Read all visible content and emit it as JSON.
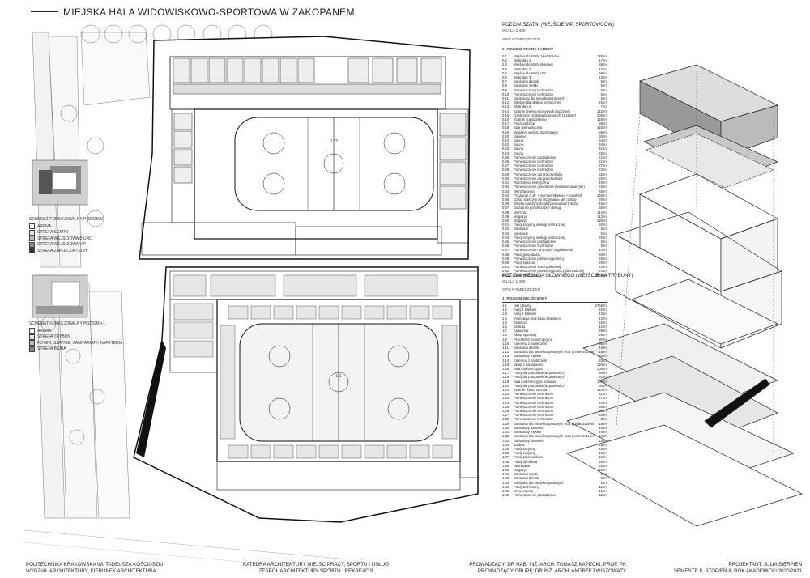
{
  "header": {
    "title": "MIEJSKA HALA WIDOWISKOWO-SPORTOWA W ZAKOPANEM"
  },
  "schema0": {
    "title": "SCHEMAT FUNKCJONALNY POZIOM 0",
    "items": [
      {
        "label": "ARENA",
        "color": "#ffffff"
      },
      {
        "label": "STREFA SZATNI",
        "color": "#e6e6e6"
      },
      {
        "label": "STREFA WEJŚCIOWA BIURO",
        "color": "#bcbcbc"
      },
      {
        "label": "STREFA WEJŚCIOWA VIP",
        "color": "#888888"
      },
      {
        "label": "STREFA ZAPLECZA TECH.",
        "color": "#333333"
      }
    ]
  },
  "schema1": {
    "title": "SCHEMAT FUNKCJONALNY POZIOM +1",
    "items": [
      {
        "label": "ARENA",
        "color": "#ffffff"
      },
      {
        "label": "STREFA TRYBUN",
        "color": "#e6e6e6"
      },
      {
        "label": "FOYER, SZATNIE, SANITARIATY, KAFETERIA",
        "color": "#bcbcbc"
      },
      {
        "label": "STREFA BIURA",
        "color": "#888888"
      }
    ]
  },
  "level0": {
    "title": "POZIOM SZATNI (WEJŚCIE VIP, SPORTOWCÓW)",
    "scale": "SKALA 1:400",
    "list_title": "SPIS POMIESZCZEŃ",
    "group_header": "0.     POZIOM SZATNI I ARENY",
    "rooms": [
      [
        "0.1",
        "Wejście do strefy zawodników",
        "128 m²"
      ],
      [
        "0.2",
        "Wiatrołap 1",
        "17 m²"
      ],
      [
        "0.3",
        "Wejście do strefy biurowej",
        "58 m²"
      ],
      [
        "0.4",
        "Wiatrołap 2",
        "13 m²"
      ],
      [
        "0.5",
        "Wejście do strefy VIP",
        "68 m²"
      ],
      [
        "0.6",
        "Wiatrołap 3",
        "13 m²"
      ],
      [
        "0.7",
        "Sanitariat damski",
        "5 m²"
      ],
      [
        "0.8",
        "Sanitariat męski",
        "5 m²"
      ],
      [
        "0.9",
        "Pomieszczenie techniczne",
        "8 m²"
      ],
      [
        "0.10",
        "Pomieszczenie techniczne",
        "6 m²"
      ],
      [
        "0.11",
        "Sanitariaty dla niepełnosprawnych",
        "6 m²"
      ],
      [
        "0.12",
        "Wejście dla obsługi technicznej",
        "25 m²"
      ],
      [
        "0.13",
        "Wiatrołap 4",
        "7 m²"
      ],
      [
        "0.14",
        "Szatnie drużyn sportowych (rodzinne)",
        "142 m²"
      ],
      [
        "0.15",
        "Garderoby (solistów figurowych 10x20m²)",
        "200 m²"
      ],
      [
        "0.16",
        "Szatnie (zawodników)",
        "128 m²"
      ],
      [
        "0.17",
        "Pokój sędziów",
        "60 m²"
      ],
      [
        "0.18",
        "Sala gimnastyczna",
        "150 m²"
      ],
      [
        "0.19",
        "Magazyn sprzętu sportowego",
        "56 m²"
      ],
      [
        "0.20",
        "Siłownia",
        "60 m²"
      ],
      [
        "0.21",
        "Sauna",
        "34 m²"
      ],
      [
        "0.22",
        "Sauna",
        "34 m²"
      ],
      [
        "0.23",
        "Sauna",
        "31 m²"
      ],
      [
        "0.24",
        "Sauna",
        "33 m²"
      ],
      [
        "0.25",
        "Pomieszczenie porządkowe",
        "21 m²"
      ],
      [
        "0.26",
        "Pomieszczenie techniczne",
        "21 m²"
      ],
      [
        "0.27",
        "Pomieszczenie techniczne",
        "27 m²"
      ],
      [
        "0.28",
        "Pomieszczenie techniczne",
        "23 m²"
      ],
      [
        "0.29",
        "Pomieszczenie dla pracowników",
        "52 m²"
      ],
      [
        "0.30",
        "Pomieszczenie dla pracowników",
        "20 m²"
      ],
      [
        "0.31",
        "Rozdzielnia elektryczna",
        "40 m²"
      ],
      [
        "0.32",
        "Pomieszczenie generatora (zasilanie awaryjne)",
        "63 m²"
      ],
      [
        "0.33",
        "Wentylatornia",
        "25 m²"
      ],
      [
        "0.34",
        "Przyłącze C.W. + wymiennikownia + zasobnik",
        "150 m²"
      ],
      [
        "0.35",
        "Garaż maszyny do utrzymania tafli (rolba)",
        "60 m²"
      ],
      [
        "0.36",
        "Wnęka maszyny do utrzymania tafli (rolba)",
        "45 m²"
      ],
      [
        "0.37",
        "Dojazd do pomieszczeń obsługi",
        "65 m²"
      ],
      [
        "0.38",
        "Warsztat",
        "113 m²"
      ],
      [
        "0.39",
        "Magazyn",
        "113 m²"
      ],
      [
        "0.40",
        "Magazyn",
        "180 m²"
      ],
      [
        "0.41",
        "Pokój socjalny obsługi technicznej",
        "50 m²"
      ],
      [
        "0.42",
        "Sanitariat",
        "5 m²"
      ],
      [
        "0.43",
        "Sanitariat",
        "5 m²"
      ],
      [
        "0.44",
        "Pokój socjalny obsługi technicznej",
        "20 m²"
      ],
      [
        "0.45",
        "Pomieszczenie porządkowe",
        "5 m²"
      ],
      [
        "0.46",
        "Pomieszczenie techniczne",
        "8 m²"
      ],
      [
        "0.47",
        "Pomieszczenie na sprzęty nagłośnienia",
        "44 m²"
      ],
      [
        "0.48",
        "Pokój gospodarzy",
        "50 m²"
      ],
      [
        "0.49",
        "Pomieszczenie pierwszej pomocy",
        "25 m²"
      ],
      [
        "0.50",
        "Pokój sędziów",
        "20 m²"
      ],
      [
        "0.51",
        "Pomieszczenie stacji paliwowej",
        "23 m²"
      ],
      [
        "0.52",
        "Pomieszczenie pierwszej pomocy (dla widzów)",
        "24 m²"
      ],
      [
        "0.53",
        "Arena (lodowisko)",
        "2565 m²"
      ]
    ]
  },
  "level1": {
    "title": "POZIOM WEJŚCIA GŁÓWNEGO (WEJŚCIE NA TRYBUNY)",
    "scale": "SKALA 1:400",
    "list_title": "SPIS POMIESZCZEŃ",
    "group_header": "1.     POZIOM WEJŚCIOWY",
    "rooms": [
      [
        "1.1",
        "Hall główny",
        "2765 m²"
      ],
      [
        "1.2",
        "Kasy z biletami",
        "40 m²"
      ],
      [
        "1.3",
        "Kasy z biletami",
        "43 m²"
      ],
      [
        "1.4",
        "Informacja oraz kasa z biletami",
        "42 m²"
      ],
      [
        "1.5",
        "Zaplecze",
        "16 m²"
      ],
      [
        "1.6",
        "Szatnia",
        "42 m²"
      ],
      [
        "1.7",
        "Kawiarnia",
        "69 m²"
      ],
      [
        "1.8",
        "Sklep sportowy",
        "26 m²"
      ],
      [
        "1.9",
        "Przestrzeń konsumpcyjna",
        "90 m²"
      ],
      [
        "1.10",
        "Kafeteria z zapleczem",
        "56 m²"
      ],
      [
        "1.11",
        "Sanitariat damski",
        "44 m²"
      ],
      [
        "1.12",
        "Sanitariat dla niepełnosprawnych oraz pomieszczenie dla matki z dzieckiem",
        "16 m²"
      ],
      [
        "1.13",
        "Sanitariaty męskie",
        "40 m²"
      ],
      [
        "1.14",
        "Kafeteria z zapleczem",
        "30 m²"
      ],
      [
        "1.15",
        "Sklep z pamiątkami",
        "130 m²"
      ],
      [
        "1.16",
        "Sala konferencyjna",
        "100 m²"
      ],
      [
        "1.17",
        "Pokój dla pracowników prasowych",
        "80 m²"
      ],
      [
        "1.18",
        "Pokój dla pracowników prasowych",
        "60 m²"
      ],
      [
        "1.19",
        "Sala konferencyjna prasowa",
        "100 m²"
      ],
      [
        "1.20",
        "Pokój dla pracowników prasowych",
        "60 m²"
      ],
      [
        "1.21",
        "Szatnie i biuro zarządu",
        "140 m²"
      ],
      [
        "1.22",
        "Pomieszczenie techniczne",
        "11 m²"
      ],
      [
        "1.23",
        "Pomieszczenie techniczne",
        "67 m²"
      ],
      [
        "1.24",
        "Pomieszczenie techniczne",
        "20 m²"
      ],
      [
        "1.25",
        "Pomieszczenie techniczne",
        "38 m²"
      ],
      [
        "1.26",
        "Pomieszczenie techniczne",
        "20 m²"
      ],
      [
        "1.27",
        "Pomieszczenie techniczne",
        "20 m²"
      ],
      [
        "1.28",
        "Pomieszczenie techniczne",
        "8 m²"
      ],
      [
        "1.29",
        "Sanitariat dla niepełnosprawnych oraz pomieszczenie dla matki z dzieckiem",
        "16 m²"
      ],
      [
        "1.30",
        "Sanitariaty damskie",
        "44 m²"
      ],
      [
        "1.31",
        "Sanitariaty męskie",
        "44 m²"
      ],
      [
        "1.32",
        "Sanitariat dla niepełnosprawnych oraz pomieszczenie dla matki z dzieckiem",
        "16 m²"
      ],
      [
        "1.33",
        "Sanitariaty damskie",
        "44 m²"
      ],
      [
        "1.34",
        "Toaleta",
        "16 m²"
      ],
      [
        "1.35",
        "Pokój socjalny",
        "15 m²"
      ],
      [
        "1.36",
        "Pokój socjalny",
        "15 m²"
      ],
      [
        "1.37",
        "Pokój pracowników",
        "15 m²"
      ],
      [
        "1.38",
        "Pokój dyrektora",
        "18 m²"
      ],
      [
        "1.39",
        "Sekretariat",
        "15 m²"
      ],
      [
        "1.40",
        "Magazyn",
        "12 m²"
      ],
      [
        "1.41",
        "Sanitariat męski",
        "5 m²"
      ],
      [
        "1.42",
        "Sanitariat damski",
        "5 m²"
      ],
      [
        "1.43",
        "Sanitariat dla niepełnosprawnych",
        "5 m²"
      ],
      [
        "1.44",
        "Pokój techniczny",
        "11 m²"
      ],
      [
        "1.45",
        "Serwerownia",
        "15 m²"
      ],
      [
        "1.46",
        "Pomieszczenie porządkowe",
        "11 m²"
      ]
    ]
  },
  "footer": {
    "university": "POLITECHNIKA KRAKOWSKA IM. TADEUSZA KOŚCIUSZKI",
    "faculty": "WYDZIAŁ ARCHITEKTURY, KIERUNEK ARCHITEKTURA",
    "chair": "KATEDRA ARCHITEKTURY MIEJSC PRACY, SPORTU I USŁUG",
    "team": "ZESPÓŁ ARCHITEKTURY SPORTU I REKREACJI",
    "supervisor": "PROWADZĄCY: DR HAB. INŻ. ARCH. TOMASZ KAPECKI, PROF. PK",
    "group_supervisor": "PROWADZĄCY GRUPĘ: DR INŻ. ARCH. ANDRZEJ WISZOWATY",
    "author": "PROJEKTANT: JULIA SIERPIEŃ",
    "semester": "SEMESTR II, STOPIEŃ II, ROK AKADEMICKI 2020/2021"
  },
  "plan_labels": {
    "arena0": "0.53",
    "arena1": "1.1"
  }
}
